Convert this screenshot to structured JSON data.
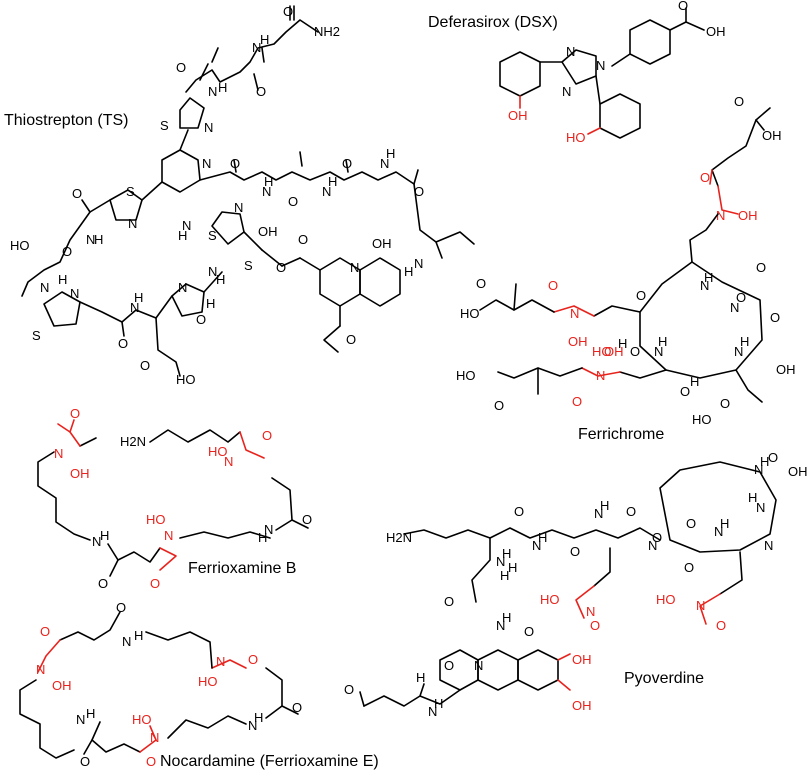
{
  "colors": {
    "bond": "#000000",
    "chelating_group": "#e8231d",
    "background": "#ffffff"
  },
  "compounds": {
    "thiostrepton": {
      "name": "Thiostrepton (TS)",
      "atoms": [
        "NH2",
        "O",
        "N",
        "H",
        "O",
        "O",
        "N",
        "H",
        "O",
        "S",
        "N",
        "N",
        "S",
        "N",
        "H",
        "N",
        "O",
        "N",
        "H",
        "O",
        "H",
        "N",
        "O",
        "O",
        "N",
        "H",
        "H",
        "N",
        "S",
        "N",
        "O",
        "O",
        "OH",
        "N",
        "H",
        "N",
        "HO",
        "N",
        "H",
        "O",
        "N",
        "S",
        "N",
        "H",
        "O",
        "O",
        "S",
        "O",
        "N",
        "H",
        "N",
        "H",
        "O",
        "OH",
        "O",
        "HO",
        "OH"
      ]
    },
    "deferasirox": {
      "name": "Deferasirox (DSX)",
      "atoms": [
        "O",
        "OH",
        "N",
        "N",
        "N",
        "OH",
        "HO"
      ]
    },
    "ferrichrome": {
      "name": "Ferrichrome",
      "atoms": [
        "O",
        "OH",
        "O",
        "N",
        "OH",
        "H",
        "N",
        "O",
        "HO",
        "O",
        "O",
        "N",
        "OH",
        "O",
        "N",
        "H",
        "N",
        "H",
        "O",
        "O",
        "N",
        "H",
        "HO",
        "N",
        "H",
        "OH",
        "O",
        "HO",
        "O",
        "O",
        "O",
        "N",
        "H",
        "HO",
        "H",
        "N",
        "O"
      ]
    },
    "ferrioxamine_b": {
      "name": "Ferrioxamine B",
      "atoms": [
        "O",
        "N",
        "OH",
        "H2N",
        "N",
        "HO",
        "O",
        "N",
        "H",
        "HO",
        "N",
        "H",
        "N",
        "O",
        "O",
        "O"
      ]
    },
    "nocardamine": {
      "name": "Nocardamine (Ferrioxamine E)",
      "atoms": [
        "O",
        "O",
        "N",
        "H",
        "N",
        "OH",
        "N",
        "HO",
        "O",
        "N",
        "H",
        "HO",
        "N",
        "H",
        "N",
        "O",
        "O",
        "O"
      ]
    },
    "pyoverdine": {
      "name": "Pyoverdine",
      "atoms": [
        "O",
        "N",
        "H",
        "OH",
        "N",
        "H",
        "H2N",
        "O",
        "N",
        "H",
        "O",
        "O",
        "N",
        "H",
        "O",
        "N",
        "H",
        "HO",
        "N",
        "H",
        "O",
        "N",
        "O",
        "N",
        "H",
        "H",
        "N",
        "N",
        "O",
        "OH",
        "OH",
        "HO",
        "O",
        "O",
        "N",
        "H",
        "O",
        "N",
        "H",
        "O",
        "N",
        "H",
        "O"
      ]
    }
  }
}
